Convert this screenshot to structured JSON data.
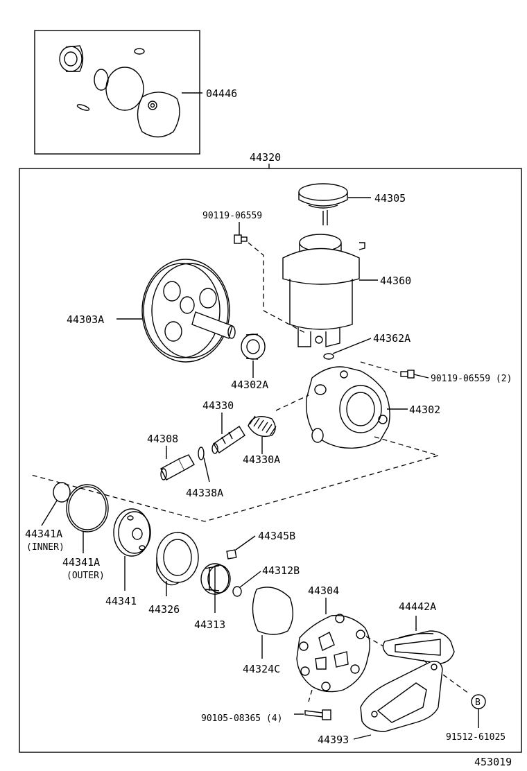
{
  "kit_label": "04446",
  "assembly_label": "44320",
  "drawing_number": "453019",
  "callout_b": "B",
  "parts": {
    "p44305": "44305",
    "p90119_top": "90119-06559",
    "p44360": "44360",
    "p44303A": "44303A",
    "p44362A": "44362A",
    "p90119_2": "90119-06559 (2)",
    "p44302A": "44302A",
    "p44330": "44330",
    "p44302": "44302",
    "p44308": "44308",
    "p44330A": "44330A",
    "p44338A": "44338A",
    "p44341A_inner": "44341A",
    "inner_note": "(INNER)",
    "p44341A_outer": "44341A",
    "outer_note": "(OUTER)",
    "p44345B": "44345B",
    "p44312B": "44312B",
    "p44304": "44304",
    "p44442A": "44442A",
    "p44341": "44341",
    "p44326": "44326",
    "p44313": "44313",
    "p44324C": "44324C",
    "p90105": "90105-08365 (4)",
    "p44393": "44393",
    "p91512": "91512-61025"
  }
}
